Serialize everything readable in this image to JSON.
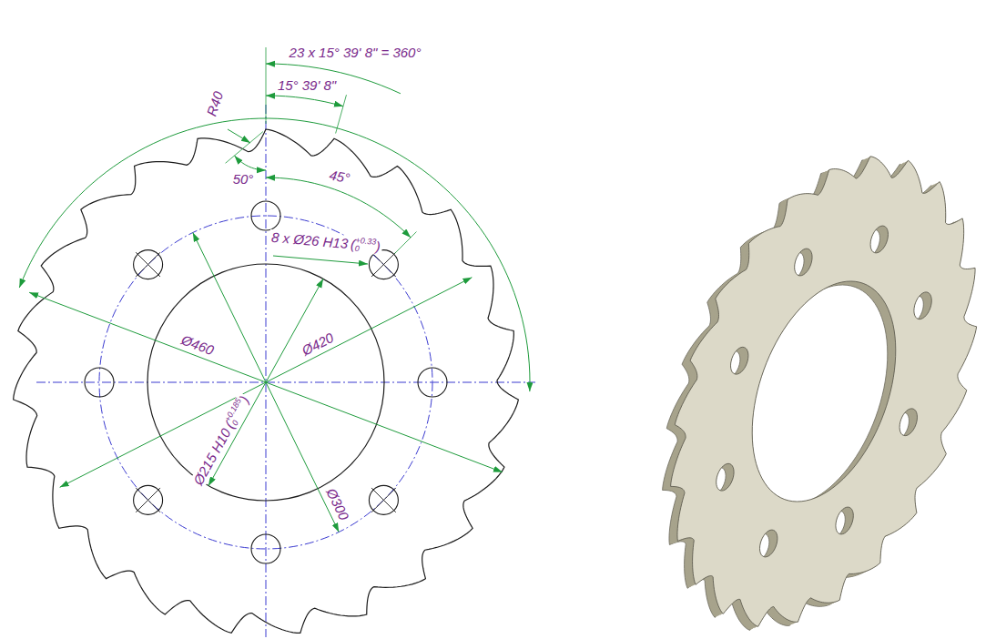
{
  "diagram": {
    "labels": [
      "23 x 15° 39' 8\" = 360°",
      "15° 39' 8\"",
      "R40",
      "50°",
      "45°",
      "8 x Ø26 H13",
      "(",
      "+0.33",
      "0",
      ")",
      "Ø460",
      "Ø420",
      "Ø215 H10",
      "(",
      "+0.185",
      "0",
      ")",
      "Ø300"
    ]
  }
}
